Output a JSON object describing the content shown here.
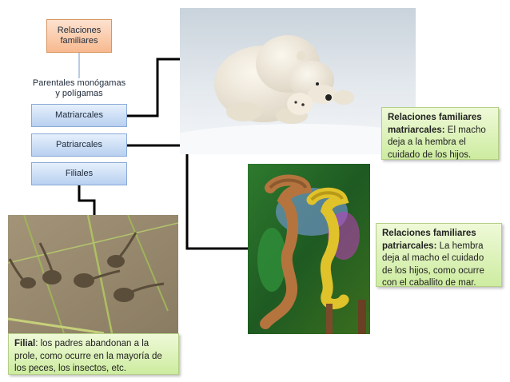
{
  "nodes": {
    "root": "Relaciones familiares",
    "parental": "Parentales monógamas y polígamas",
    "matriarcal": "Matriarcales",
    "patriarcal": "Patriarcales",
    "filial": "Filiales"
  },
  "callouts": {
    "matriarcal": {
      "title": "Relaciones familiares matriarcales:",
      "text": " El macho deja a la hembra el cuidado de los hijos."
    },
    "patriarcal": {
      "title": "Relaciones familiares patriarcales:",
      "text": " La hembra deja al macho el cuidado de los hijos, como ocurre con el caballito de mar."
    },
    "filial": {
      "title": "Filial",
      "text": ": los padres abandonan a la prole, como ocurre en la mayoría de los peces, los insectos, etc."
    }
  },
  "colors": {
    "root_fill": "#f7b98f",
    "node_fill": "#b8d0f0",
    "callout_fill": "#cdeca0",
    "connector": "#000000"
  }
}
